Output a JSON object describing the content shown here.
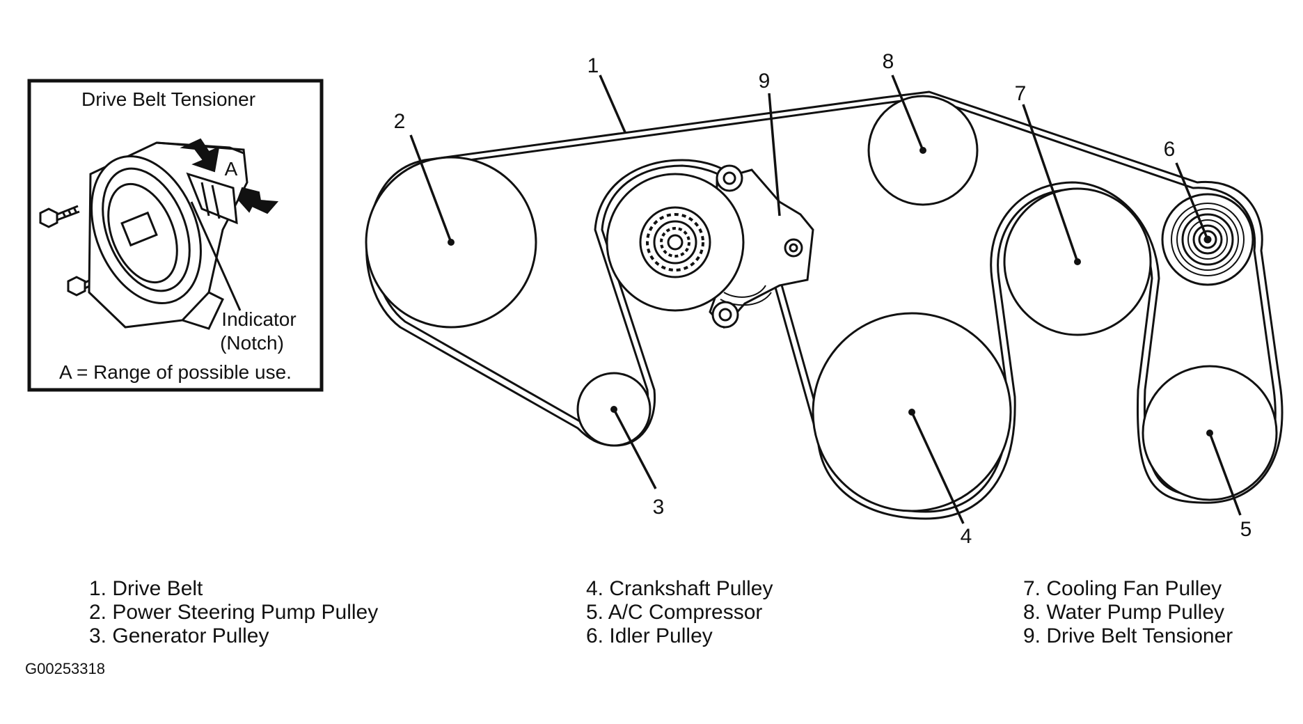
{
  "inset": {
    "title": "Drive Belt Tensioner",
    "range_letter": "A",
    "indicator_line1": "Indicator",
    "indicator_line2": "(Notch)",
    "range_note": "A = Range of possible use."
  },
  "callouts": [
    "1",
    "2",
    "3",
    "4",
    "5",
    "6",
    "7",
    "8",
    "9"
  ],
  "legend": {
    "col1": [
      "1. Drive Belt",
      "2. Power Steering Pump Pulley",
      "3. Generator Pulley"
    ],
    "col2": [
      "4. Crankshaft Pulley",
      "5. A/C Compressor",
      "6. Idler Pulley"
    ],
    "col3": [
      "7. Cooling Fan Pulley",
      "8. Water Pump Pulley",
      "9. Drive Belt Tensioner"
    ]
  },
  "figure_id": "G00253318",
  "colors": {
    "ink": "#111111",
    "paper": "#ffffff"
  }
}
